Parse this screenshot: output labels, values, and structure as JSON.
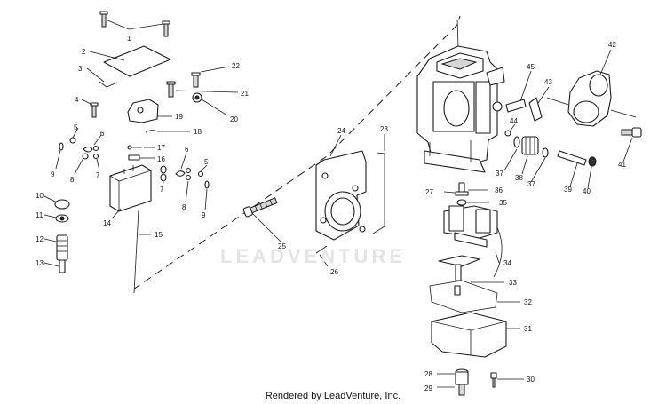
{
  "labels": {
    "l1": "1",
    "l2": "2",
    "l3": "3",
    "l4": "4",
    "l5a": "5",
    "l5b": "5",
    "l6a": "6",
    "l6b": "6",
    "l7a": "7",
    "l7b": "7",
    "l8a": "8",
    "l8b": "8",
    "l9a": "9",
    "l9b": "9",
    "l10": "10",
    "l11": "11",
    "l12": "12",
    "l13": "13",
    "l14": "14",
    "l15": "15",
    "l16": "16",
    "l17": "17",
    "l18": "18",
    "l19": "19",
    "l20": "20",
    "l21": "21",
    "l22": "22",
    "l23": "23",
    "l24": "24",
    "l25": "25",
    "l26": "26",
    "l27": "27",
    "l28": "28",
    "l29": "29",
    "l30": "30",
    "l31": "31",
    "l32": "32",
    "l33": "33",
    "l34": "34",
    "l35": "35",
    "l36": "36",
    "l37a": "37",
    "l37b": "37",
    "l38": "38",
    "l39": "39",
    "l40": "40",
    "l41": "41",
    "l42": "42",
    "l43": "43",
    "l44": "44",
    "l45": "45"
  },
  "watermark": "LEADVENTURE",
  "footer": "Rendered by LeadVenture, Inc."
}
